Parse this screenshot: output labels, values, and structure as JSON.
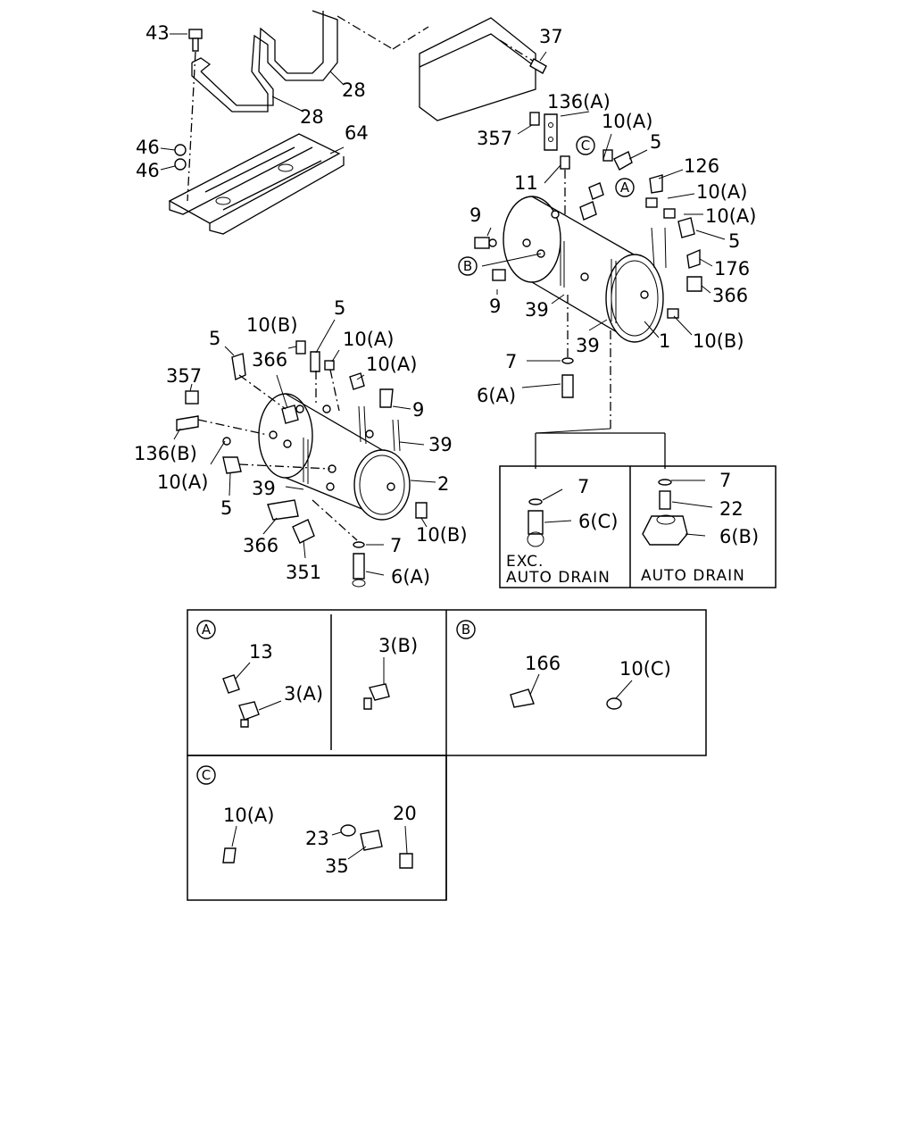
{
  "labels": {
    "p43": "43",
    "p37": "37",
    "p28a": "28",
    "p28b": "28",
    "p46a": "46",
    "p46b": "46",
    "p64": "64",
    "p136a": "136(A)",
    "p357a": "357",
    "p10a_1": "10(A)",
    "p5_1": "5",
    "p11": "11",
    "p126": "126",
    "p10a_2": "10(A)",
    "p10a_3": "10(A)",
    "p9_1": "9",
    "p5_2": "5",
    "p176": "176",
    "p366_1": "366",
    "p9_2": "9",
    "p39_1": "39",
    "p39_2": "39",
    "p1": "1",
    "p10b_1": "10(B)",
    "p7_1": "7",
    "p6a_1": "6(A)",
    "p10b_2": "10(B)",
    "p5_3": "5",
    "p5_4": "5",
    "p366_2": "366",
    "p10a_4": "10(A)",
    "p10a_5": "10(A)",
    "p357b": "357",
    "p9_3": "9",
    "p136b": "136(B)",
    "p39_3": "39",
    "p10a_6": "10(A)",
    "p2": "2",
    "p39_4": "39",
    "p5_5": "5",
    "p10b_3": "10(B)",
    "p366_3": "366",
    "p7_2": "7",
    "p351": "351",
    "p6a_2": "6(A)",
    "p7_3": "7",
    "p6c": "6(C)",
    "p7_4": "7",
    "p22": "22",
    "p6b": "6(B)",
    "pA13": "13",
    "pA3a": "3(A)",
    "pA3b": "3(B)",
    "pB166": "166",
    "pB10c": "10(C)",
    "pC10a": "10(A)",
    "pC23": "23",
    "pC20": "20",
    "pC35": "35"
  },
  "callouts": {
    "A1": "A",
    "B1": "B",
    "C1": "C",
    "A_box": "A",
    "B_box": "B",
    "C_box": "C"
  },
  "variants": {
    "exc_line1": "EXC.",
    "exc_line2": "AUTO DRAIN",
    "auto": "AUTO DRAIN"
  }
}
